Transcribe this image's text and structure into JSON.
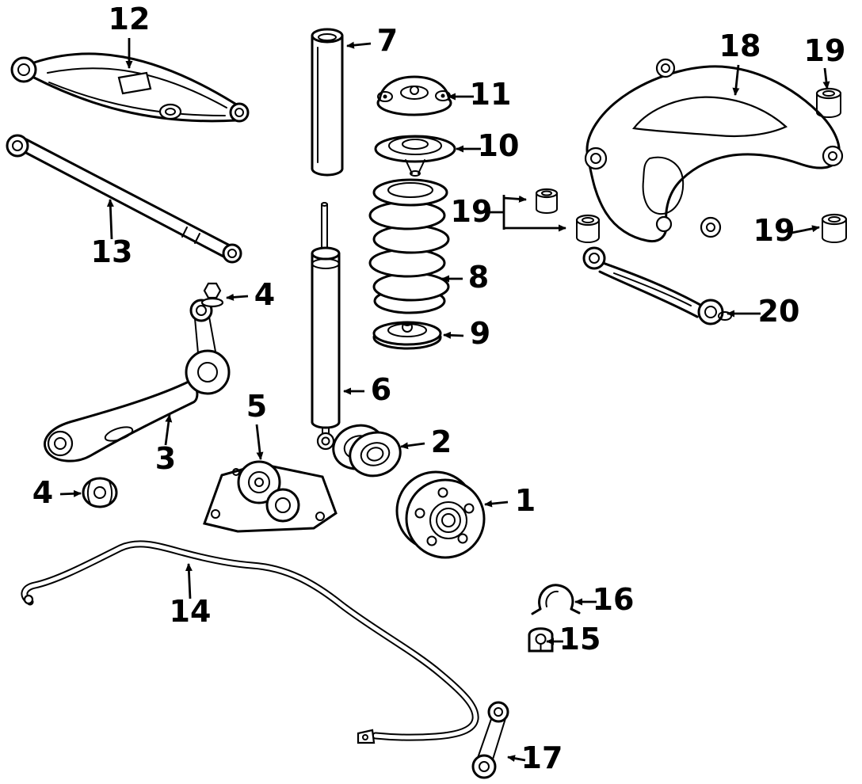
{
  "diagram": {
    "type": "exploded-parts-diagram",
    "subject": "rear-suspension",
    "background_color": "#ffffff",
    "line_color": "#000000",
    "callouts": [
      {
        "num": "12",
        "part": "upper-control-arm"
      },
      {
        "num": "7",
        "part": "shock-dust-tube"
      },
      {
        "num": "18",
        "part": "rear-subframe"
      },
      {
        "num": "19",
        "part": "subframe-bushing-top-right"
      },
      {
        "num": "11",
        "part": "upper-strut-mount"
      },
      {
        "num": "10",
        "part": "upper-spring-pad"
      },
      {
        "num": "19",
        "part": "subframe-bushings-middle"
      },
      {
        "num": "19",
        "part": "subframe-bushing-right"
      },
      {
        "num": "13",
        "part": "track-rod"
      },
      {
        "num": "8",
        "part": "coil-spring"
      },
      {
        "num": "4",
        "part": "bushing-upper"
      },
      {
        "num": "9",
        "part": "lower-spring-pad"
      },
      {
        "num": "20",
        "part": "camber-arm"
      },
      {
        "num": "6",
        "part": "shock-absorber"
      },
      {
        "num": "5",
        "part": "support-bracket"
      },
      {
        "num": "2",
        "part": "wheel-bearing"
      },
      {
        "num": "3",
        "part": "trailing-arm"
      },
      {
        "num": "4",
        "part": "bushing-lower"
      },
      {
        "num": "1",
        "part": "wheel-hub"
      },
      {
        "num": "14",
        "part": "stabilizer-bar"
      },
      {
        "num": "16",
        "part": "stabilizer-clamp"
      },
      {
        "num": "15",
        "part": "stabilizer-bushing"
      },
      {
        "num": "17",
        "part": "stabilizer-link"
      }
    ]
  }
}
